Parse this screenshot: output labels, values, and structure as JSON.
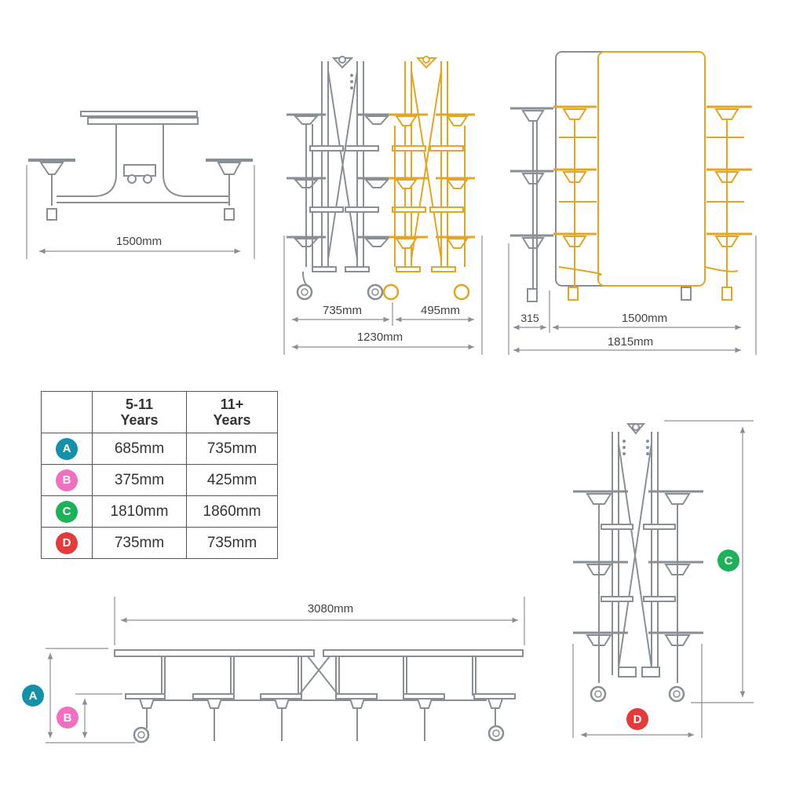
{
  "views": {
    "side_view": {
      "width_label": "1500mm"
    },
    "folded_front_view": {
      "left_label": "735mm",
      "right_label": "495mm",
      "total_label": "1230mm"
    },
    "end_view": {
      "left_label": "315",
      "middle_label": "1500mm",
      "total_label": "1815mm"
    },
    "long_view": {
      "length_label": "3080mm"
    }
  },
  "table": {
    "headers": [
      "",
      "5-11\nYears",
      "11+\nYears"
    ],
    "header_line1": [
      "5-11",
      "11+"
    ],
    "header_line2": [
      "Years",
      "Years"
    ],
    "rows": [
      {
        "key": "A",
        "color": "#1590a8",
        "col1": "685mm",
        "col2": "735mm"
      },
      {
        "key": "B",
        "color": "#ef6fc0",
        "col1": "375mm",
        "col2": "425mm"
      },
      {
        "key": "C",
        "color": "#1fb15a",
        "col1": "1810mm",
        "col2": "1860mm"
      },
      {
        "key": "D",
        "color": "#e23b3b",
        "col1": "735mm",
        "col2": "735mm"
      }
    ]
  },
  "badges": {
    "A": {
      "label": "A",
      "color": "#1590a8"
    },
    "B": {
      "label": "B",
      "color": "#ef6fc0"
    },
    "C": {
      "label": "C",
      "color": "#1fb15a"
    },
    "D": {
      "label": "D",
      "color": "#e23b3b"
    }
  },
  "colors": {
    "frame": "#8a8f96",
    "highlight": "#e2a526"
  }
}
